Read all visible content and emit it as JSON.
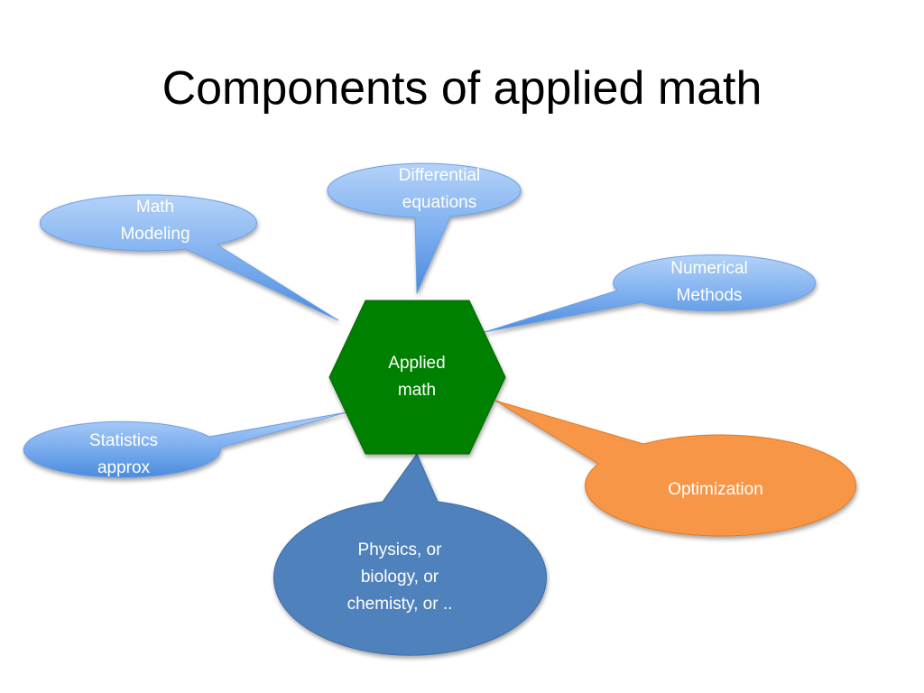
{
  "slide": {
    "title": "Components of applied math"
  },
  "center": {
    "label": "Applied\nmath",
    "color": "#008000"
  },
  "bubbles": {
    "math_modeling": {
      "label": "Math\nModeling"
    },
    "differential_equations": {
      "label": "Differential\nequations"
    },
    "numerical_methods": {
      "label": "Numerical\nMethods"
    },
    "statistics_approx": {
      "label": "Statistics\napprox"
    },
    "optimization": {
      "label": "Optimization"
    },
    "physics_biology": {
      "label": "Physics, or\nbiology, or\nchemisty, or .."
    }
  },
  "colors": {
    "light_blue_top": "#a9cbf6",
    "light_blue_bottom": "#4f8fe0",
    "orange": "#f79646",
    "steel_blue": "#4f81bd"
  }
}
